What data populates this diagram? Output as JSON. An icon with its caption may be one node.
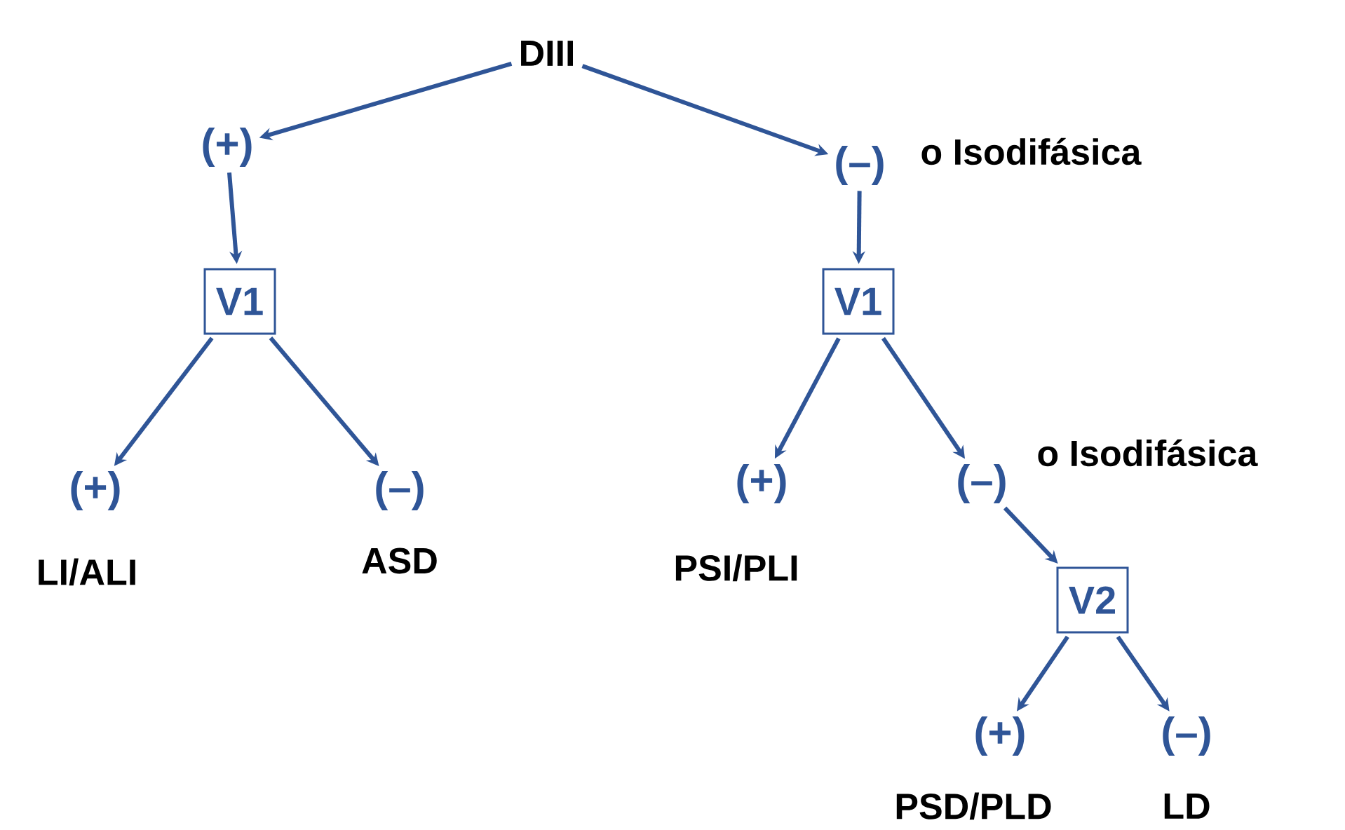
{
  "diagram": {
    "nodes": [
      {
        "text": [
          "DIII"
        ]
      },
      {
        "text": [
          "(+)"
        ]
      },
      {
        "text": [
          "(–)"
        ],
        "beside": [
          "o Isodifásica"
        ]
      },
      {
        "text": [
          "V1"
        ]
      },
      {
        "text": [
          "V1"
        ]
      },
      {
        "text": [
          "(+)"
        ],
        "beside": [
          "LI/ALI"
        ]
      },
      {
        "text": [
          "(–)"
        ],
        "beside": [
          "ASD"
        ]
      },
      {
        "text": [
          "(+)"
        ],
        "beside": [
          "PSI/PLI"
        ]
      },
      {
        "text": [
          "(–)"
        ],
        "beside": [
          "o Isodifásica"
        ]
      },
      {
        "text": [
          "V2"
        ]
      },
      {
        "text": [
          "(+)"
        ],
        "beside": [
          "PSD/PLD"
        ]
      },
      {
        "text": [
          "(–)"
        ],
        "beside": [
          "LD"
        ]
      }
    ],
    "edges": [
      {
        "from": 0,
        "to": 1,
        "arrow": "to"
      },
      {
        "from": 0,
        "to": 2,
        "arrow": "to"
      },
      {
        "from": 1,
        "to": 3,
        "arrow": "to"
      },
      {
        "from": 2,
        "to": 4,
        "arrow": "to"
      },
      {
        "from": 3,
        "to": 5,
        "arrow": "to"
      },
      {
        "from": 3,
        "to": 6,
        "arrow": "to"
      },
      {
        "from": 4,
        "to": 7,
        "arrow": "to"
      },
      {
        "from": 4,
        "to": 8,
        "arrow": "to"
      },
      {
        "from": 8,
        "to": 9,
        "arrow": "to"
      },
      {
        "from": 9,
        "to": 10,
        "arrow": "to"
      },
      {
        "from": 9,
        "to": 11,
        "arrow": "to"
      }
    ]
  }
}
